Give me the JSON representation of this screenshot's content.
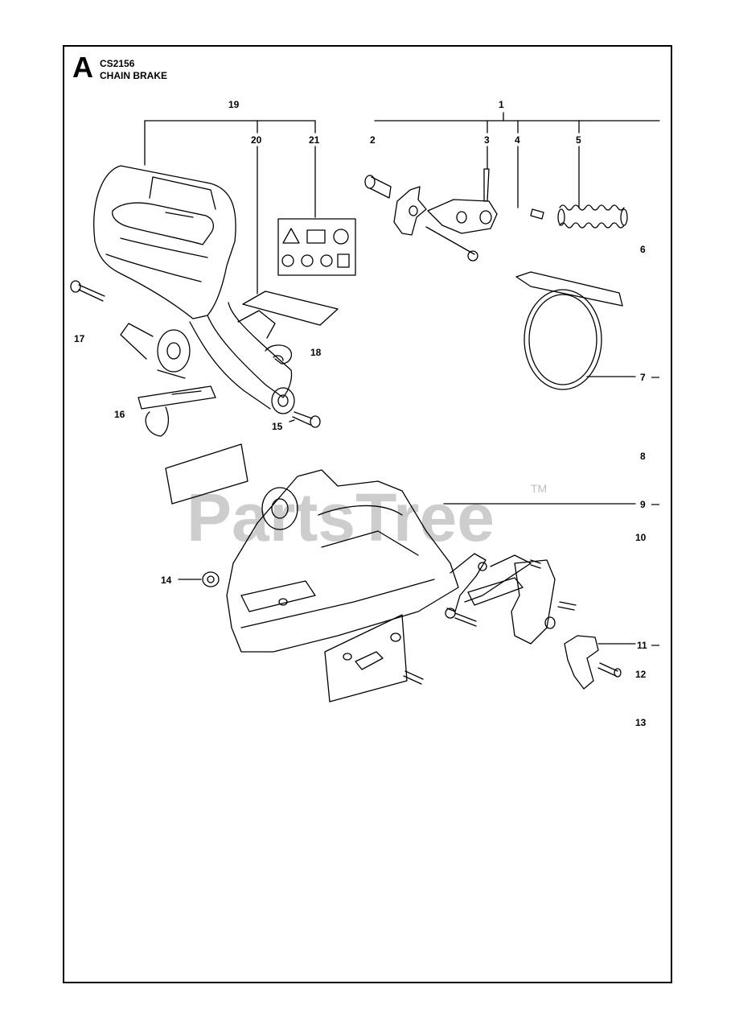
{
  "header": {
    "section_letter": "A",
    "model_code": "CS2156",
    "title": "CHAIN BRAKE"
  },
  "watermark": {
    "text": "PartsTree",
    "tm": "TM"
  },
  "callouts": {
    "c1": "1",
    "c2": "2",
    "c3": "3",
    "c4": "4",
    "c5": "5",
    "c6": "6",
    "c7": "7",
    "c8": "8",
    "c9": "9",
    "c10": "10",
    "c11": "11",
    "c12": "12",
    "c13": "13",
    "c14": "14",
    "c15": "15",
    "c16": "16",
    "c17": "17",
    "c18": "18",
    "c19": "19",
    "c20": "20",
    "c21": "21"
  },
  "colors": {
    "line": "#000000",
    "watermark": "#bdbdbd",
    "background": "#ffffff"
  }
}
